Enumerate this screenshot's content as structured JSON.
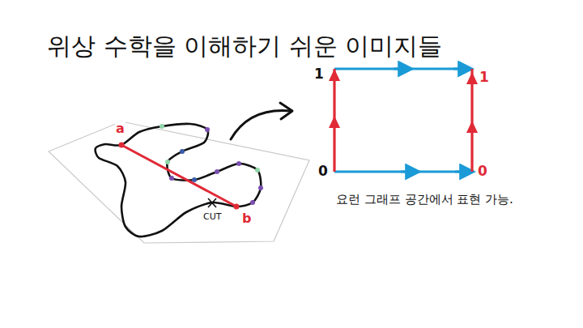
{
  "diagram": {
    "title": "위상 수학을 이해하기 쉬운 이미지들",
    "labels": [
      "1",
      "1",
      "a",
      "0",
      "0",
      "b",
      "CUT",
      "요런 그래프 공간에서 표현 가능."
    ]
  }
}
